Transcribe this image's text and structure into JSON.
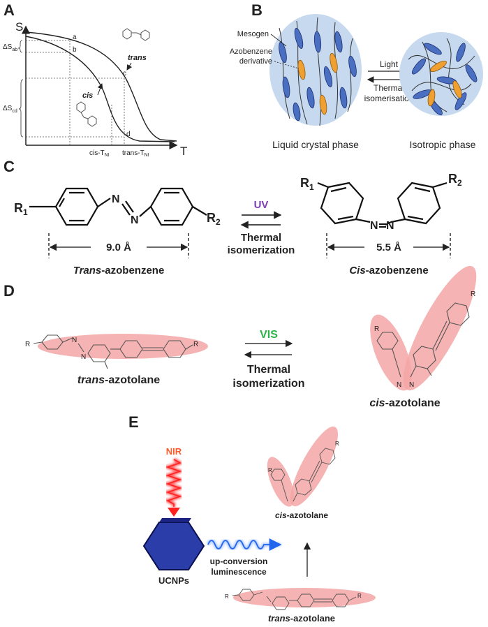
{
  "panels": {
    "A": {
      "letter": "A",
      "y_axis": "S",
      "x_axis": "T",
      "points": [
        "a",
        "b",
        "c",
        "d"
      ],
      "delta_ab": "ΔS",
      "delta_ab_sub": "ab",
      "delta_cd": "ΔS",
      "delta_cd_sub": "cd",
      "trans_label": "trans",
      "cis_label": "cis",
      "cis_tni": "cis-T",
      "trans_tni": "trans-T",
      "tni_sub": "NI"
    },
    "B": {
      "letter": "B",
      "mesogen": "Mesogen",
      "azo_line1": "Azobenzene",
      "azo_line2": "derivative",
      "light": "Light",
      "thermal_line1": "Thermal",
      "thermal_line2": "isomerisation",
      "lc_phase": "Liquid crystal phase",
      "iso_phase": "Isotropic phase"
    },
    "C": {
      "letter": "C",
      "r1": "R",
      "r2": "R",
      "sub1": "1",
      "sub2": "2",
      "n": "N",
      "uv": "UV",
      "thermal_line1": "Thermal",
      "thermal_line2": "isomerization",
      "trans_length": "9.0 Å",
      "cis_length": "5.5 Å",
      "trans_name_prefix": "Trans",
      "cis_name_prefix": "Cis",
      "name_suffix": "-azobenzene"
    },
    "D": {
      "letter": "D",
      "vis": "VIS",
      "thermal_line1": "Thermal",
      "thermal_line2": "isomerization",
      "trans_name": "trans",
      "cis_name": "cis",
      "name_suffix": "-azotolane",
      "r": "R",
      "n": "N"
    },
    "E": {
      "letter": "E",
      "nir": "NIR",
      "ucnps": "UCNPs",
      "upconv_line1": "up-conversion",
      "upconv_line2": "luminescence",
      "cis_name": "cis",
      "trans_name": "trans",
      "name_suffix": "-azotolane",
      "r": "R"
    }
  },
  "colors": {
    "lc_fill": "#c6d9ef",
    "mesogen_blue": "#4a6fc0",
    "azo_orange": "#f0a030",
    "uv_purple": "#7b3fb5",
    "vis_green": "#2ab24a",
    "nir_red": "#ff5a2a",
    "highlight_pink": "#f4a6a6",
    "hexagon_blue": "#2a3da8",
    "wave_blue": "#2266ee"
  }
}
